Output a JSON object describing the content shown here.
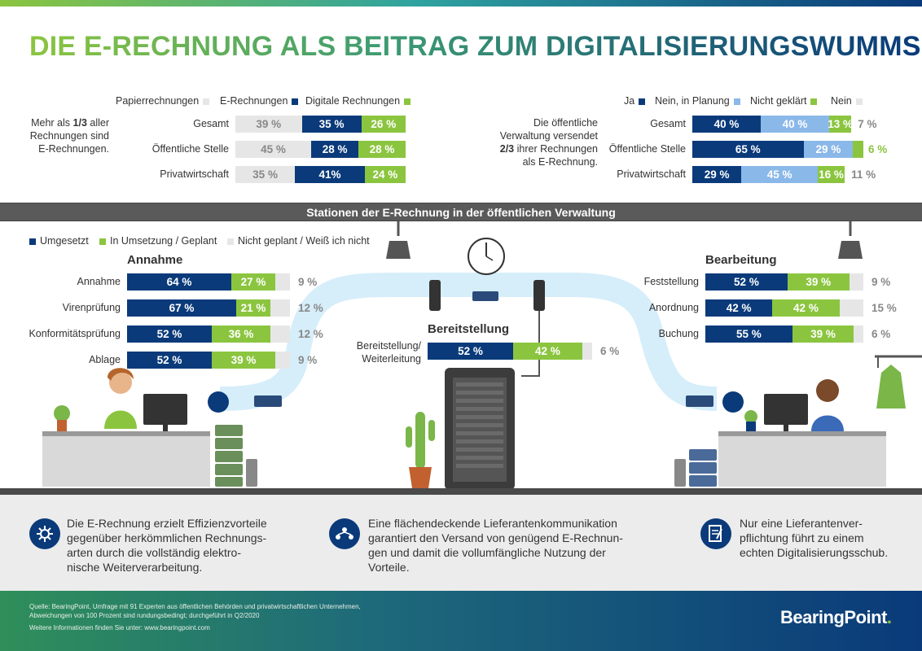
{
  "title": "DIE E-RECHNUNG ALS BEITRAG ZUM DIGITALISIERUNGSWUMMS",
  "colors": {
    "dark_blue": "#0a3a7a",
    "green": "#8bc53f",
    "light_blue": "#8ab8e8",
    "grey": "#e6e6e6"
  },
  "chart_data": [
    {
      "type": "bar",
      "note": "Mehr als 1/3 aller Rechnungen sind E-Rechnungen.",
      "legend": [
        "Papierrechnungen",
        "E-Rechnungen",
        "Digitale Rechnungen"
      ],
      "categories": [
        "Gesamt",
        "Öffentliche Stelle",
        "Privatwirtschaft"
      ],
      "series": [
        {
          "name": "Papierrechnungen",
          "values": [
            39,
            45,
            35
          ],
          "labels": [
            "39 %",
            "45 %",
            "35 %"
          ]
        },
        {
          "name": "E-Rechnungen",
          "values": [
            35,
            28,
            41
          ],
          "labels": [
            "35 %",
            "28 %",
            "41%"
          ]
        },
        {
          "name": "Digitale Rechnungen",
          "values": [
            26,
            28,
            24
          ],
          "labels": [
            "26 %",
            "28 %",
            "24 %"
          ]
        }
      ]
    },
    {
      "type": "bar",
      "note": "Die öffentliche Verwaltung versendet 2/3 ihrer Rechnungen als E-Rechnung.",
      "legend": [
        "Ja",
        "Nein, in Planung",
        "Nicht geklärt",
        "Nein"
      ],
      "categories": [
        "Gesamt",
        "Öffentliche Stelle",
        "Privatwirtschaft"
      ],
      "series": [
        {
          "name": "Ja",
          "values": [
            40,
            65,
            29
          ],
          "labels": [
            "40 %",
            "65 %",
            "29 %"
          ]
        },
        {
          "name": "Nein, in Planung",
          "values": [
            40,
            29,
            45
          ],
          "labels": [
            "40 %",
            "29 %",
            "45 %"
          ]
        },
        {
          "name": "Nicht geklärt",
          "values": [
            13,
            6,
            16
          ],
          "labels": [
            "13 %",
            "6 %",
            "16 %"
          ]
        },
        {
          "name": "Nein",
          "values": [
            7,
            0,
            11
          ],
          "labels": [
            "7 %",
            "",
            "11 %"
          ]
        }
      ]
    },
    {
      "type": "bar",
      "group": "Annahme",
      "categories": [
        "Annahme",
        "Virenprüfung",
        "Konformitätsprüfung",
        "Ablage"
      ],
      "series": [
        {
          "name": "Umgesetzt",
          "values": [
            64,
            67,
            52,
            52
          ],
          "labels": [
            "64 %",
            "67 %",
            "52 %",
            "52 %"
          ]
        },
        {
          "name": "In Umsetzung / Geplant",
          "values": [
            27,
            21,
            36,
            39
          ],
          "labels": [
            "27 %",
            "21 %",
            "36 %",
            "39 %"
          ]
        },
        {
          "name": "Nicht geplant / Weiß ich nicht",
          "values": [
            9,
            12,
            12,
            9
          ],
          "labels": [
            "9 %",
            "12 %",
            "12 %",
            "9 %"
          ]
        }
      ]
    },
    {
      "type": "bar",
      "group": "Bereitstellung",
      "categories": [
        "Bereitstellung/ Weiterleitung"
      ],
      "series": [
        {
          "name": "Umgesetzt",
          "values": [
            52
          ],
          "labels": [
            "52 %"
          ]
        },
        {
          "name": "In Umsetzung / Geplant",
          "values": [
            42
          ],
          "labels": [
            "42 %"
          ]
        },
        {
          "name": "Nicht geplant / Weiß ich nicht",
          "values": [
            6
          ],
          "labels": [
            "6 %"
          ]
        }
      ]
    },
    {
      "type": "bar",
      "group": "Bearbeitung",
      "categories": [
        "Feststellung",
        "Anordnung",
        "Buchung"
      ],
      "series": [
        {
          "name": "Umgesetzt",
          "values": [
            52,
            42,
            55
          ],
          "labels": [
            "52 %",
            "42 %",
            "55 %"
          ]
        },
        {
          "name": "In Umsetzung / Geplant",
          "values": [
            39,
            42,
            39
          ],
          "labels": [
            "39 %",
            "42 %",
            "39 %"
          ]
        },
        {
          "name": "Nicht geplant / Weiß ich nicht",
          "values": [
            9,
            15,
            6
          ],
          "labels": [
            "9 %",
            "15 %",
            "6 %"
          ]
        }
      ]
    }
  ],
  "left": {
    "legend": [
      "Papierrechnungen",
      "E-Rechnungen",
      "Digitale Rechnungen"
    ],
    "note_a": "Mehr als ",
    "note_b": "1/3",
    "note_c": " aller",
    "note_2": "Rechnungen sind",
    "note_3": "E-Rechnungen."
  },
  "right": {
    "legend": [
      "Ja",
      "Nein, in Planung",
      "Nicht geklärt",
      "Nein"
    ],
    "note_1": "Die öffentliche",
    "note_2": "Verwaltung versendet",
    "note_3a": "2/3",
    "note_3b": " ihrer Rechnungen",
    "note_4": "als E-Rechnung."
  },
  "section_title": "Stationen der E-Rechnung in der öffentlichen Verwaltung",
  "station_legend": [
    "Umgesetzt",
    "In Umsetzung / Geplant",
    "Nicht geplant / Weiß ich nicht"
  ],
  "headings": {
    "annahme": "Annahme",
    "bereitstellung": "Bereitstellung",
    "bearbeitung": "Bearbeitung"
  },
  "bottom_notes": [
    "Die E-Rechnung erzielt Effizienzvorteile gegenüber herkömmlichen Rechnungs-arten durch die vollständig elektro-nische Weiterverarbeitung.",
    "Eine flächendeckende Lieferantenkommunikation garantiert den Versand von genügend E-Rechnun-gen und damit die vollumfängliche Nutzung der Vorteile.",
    "Nur eine Lieferantenver-pflichtung führt zu einem echten Digitalisierungsschub."
  ],
  "bottom_lines": [
    [
      "Die E-Rechnung erzielt Effizienzvorteile",
      "gegenüber herkömmlichen Rechnungs-",
      "arten durch die vollständig elektro-",
      "nische Weiterverarbeitung."
    ],
    [
      "Eine flächendeckende Lieferantenkommunikation",
      "garantiert den Versand von genügend E-Rechnun-",
      "gen und damit die vollumfängliche Nutzung der",
      "Vorteile."
    ],
    [
      "Nur eine Lieferantenver-",
      "pflichtung führt zu einem",
      "echten Digitalisierungsschub."
    ]
  ],
  "footer": {
    "line1": "Quelle: BearingPoint, Umfrage mit 91 Experten aus öffentlichen Behörden und privatwirtschaftlichen Unternehmen,",
    "line2": "Abweichungen von 100 Prozent sind rundungsbedingt; durchgeführt in Q2/2020",
    "line3": "Weitere Informationen finden Sie unter: www.bearingpoint.com",
    "brand": "BearingPoint",
    "brand_mark": "."
  },
  "icons": [
    "gear-icon",
    "people-network-icon",
    "contract-icon"
  ]
}
